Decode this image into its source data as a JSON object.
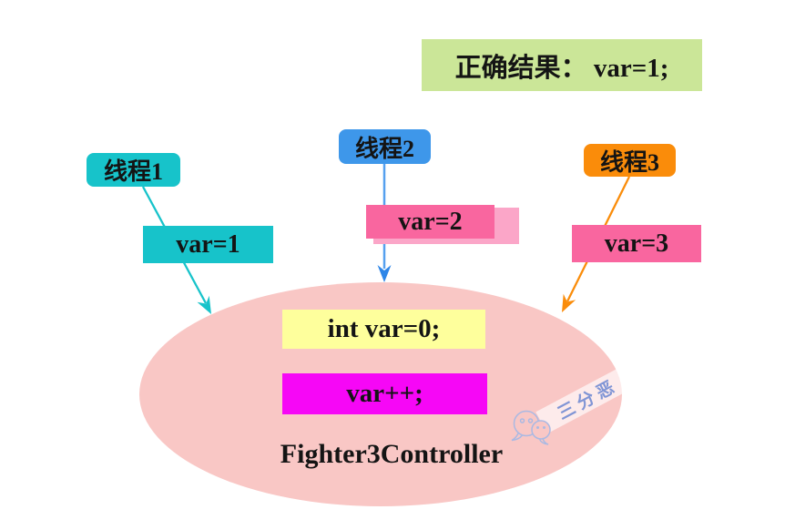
{
  "result": {
    "label": "正确结果： var=1;"
  },
  "threads": [
    {
      "label": "线程1",
      "var_label": "var=1"
    },
    {
      "label": "线程2",
      "var_label": "var=2"
    },
    {
      "label": "线程3",
      "var_label": "var=3"
    }
  ],
  "controller": {
    "title": "Fighter3Controller",
    "statements": [
      "int var=0;",
      "var++;"
    ]
  },
  "watermark": {
    "text": "三分恶"
  },
  "colors": {
    "teal": "#17c3ca",
    "blue": "#3e97ea",
    "blue_arrow_shaft": "#55a0ef",
    "blue_arrow_head": "#2e86e8",
    "orange": "#fa8c0a",
    "pink": "#f9669f",
    "pink_light": "#fba6c8",
    "green": "#cbe698",
    "yellow": "#feff9c",
    "magenta": "#f607f6",
    "ellipse_pink": "#f9c7c5",
    "watermark_blue": "#8095d5",
    "watermark_icon_blue": "#aab9e3"
  }
}
